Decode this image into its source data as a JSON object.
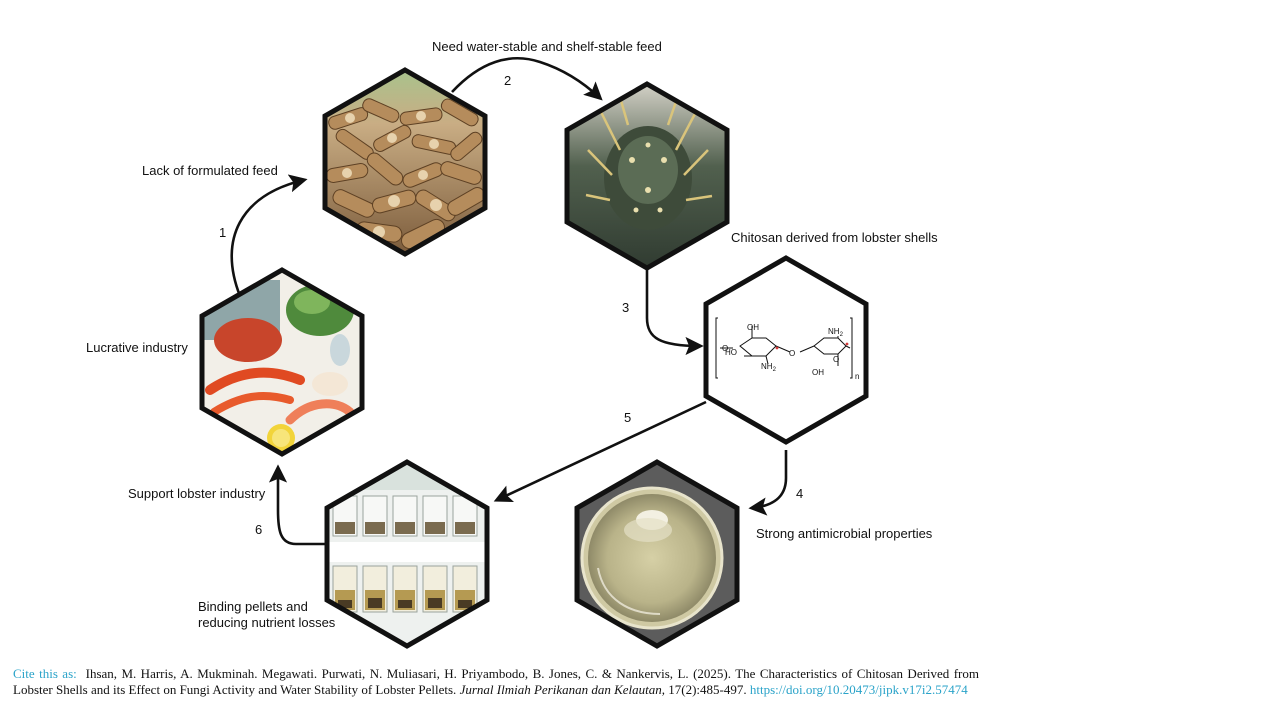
{
  "labels": {
    "lack_feed": "Lack of formulated feed",
    "need_feed": "Need water-stable and shelf-stable feed",
    "chitosan_source": "Chitosan derived from lobster shells",
    "antimicrobial": "Strong antimicrobial properties",
    "lucrative": "Lucrative industry",
    "support": "Support lobster industry",
    "binding_line1": "Binding pellets and",
    "binding_line2": "reducing nutrient losses"
  },
  "step_numbers": [
    "1",
    "2",
    "3",
    "4",
    "5",
    "6"
  ],
  "chem": {
    "oh": "OH",
    "ho": "HO",
    "nh2": "NH",
    "sub2": "2",
    "o": "O",
    "n": "n"
  },
  "citation": {
    "head": "Cite this as:",
    "authors": "Ihsan, M. Harris, A. Mukminah. Megawati. Purwati, N. Muliasari, H. Priyambodo, B. Jones, C. & Nankervis, L. (2025). The Characteristics of Chitosan Derived from Lobster Shells and its Effect on Fungi Activity and Water Stability of Lobster Pellets.",
    "journal": "Jurnal Ilmiah Perikanan dan Kelautan,",
    "pages": "17(2):485-497.",
    "doi": "https://doi.org/10.20473/jipk.v17i2.57474"
  },
  "colors": {
    "hex_border": "#111111",
    "citation_accent": "#2aa3c9"
  }
}
